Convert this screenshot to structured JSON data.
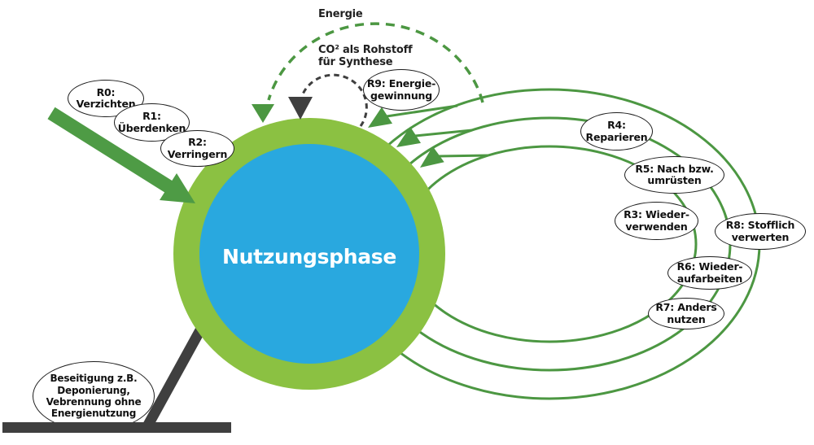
{
  "center": {
    "label": "Nutzungsphase"
  },
  "annotations": {
    "energie": "Energie",
    "co2": "CO² als Rohstoff\nfür Synthese"
  },
  "nodes": {
    "r0": "R0:\nVerzichten",
    "r1": "R1:\nÜberdenken",
    "r2": "R2:\nVerringern",
    "r3": "R3: Wieder-\nverwenden",
    "r4": "R4:\nReparieren",
    "r5": "R5: Nach bzw.\numrüsten",
    "r6": "R6: Wieder-\naufarbeiten",
    "r7": "R7: Anders\nnutzen",
    "r8": "R8: Stofflich\nverwerten",
    "r9": "R9: Energie-\ngewinnung",
    "beseitigung": "Beseitigung z.B.\nDeponierung,\nVebrennung ohne\nEnergienutzung"
  },
  "colors": {
    "ring_green": "#8BC142",
    "core_blue": "#29A8DF",
    "loop_green": "#4C9742",
    "dark_gray": "#3F3F3F",
    "label_text": "#111111",
    "center_text": "#FFFFFF"
  }
}
